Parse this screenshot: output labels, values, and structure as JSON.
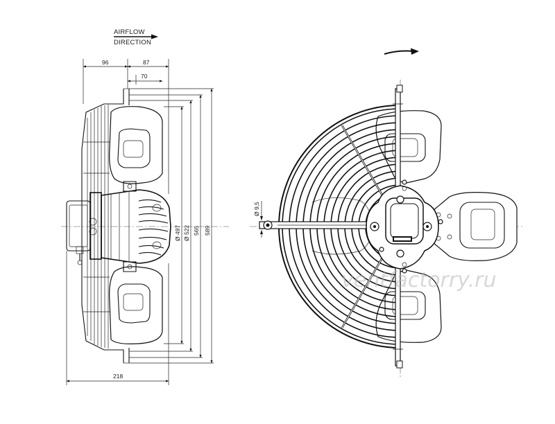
{
  "airflow": {
    "line1": "AIRFLOW",
    "line2": "DIRECTION"
  },
  "dimensions": {
    "d96": "96",
    "d87": "87",
    "d70": "70",
    "d497": "Ø 497",
    "d522": "Ø 522",
    "d565": "565",
    "d589": "589",
    "d218": "218",
    "d95": "Ø 9,5"
  },
  "watermark": "ventfactorry.ru",
  "colors": {
    "line": "#111111",
    "watermark": "#b8b8b8"
  },
  "icons": {
    "airflow_arrow": "arrow-right-icon",
    "rotation_arrow": "rotation-arrow-icon"
  }
}
